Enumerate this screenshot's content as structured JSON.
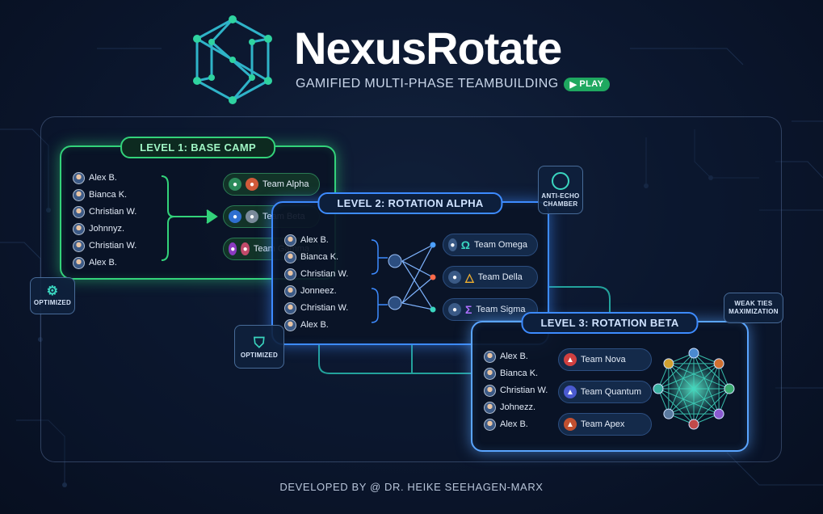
{
  "header": {
    "title": "NexusRotate",
    "subtitle": "GAMIFIED MULTI-PHASE TEAMBUILDING",
    "play_label": "PLAY"
  },
  "levels": [
    {
      "title": "LEVEL 1: BASE CAMP",
      "members": [
        "Alex B.",
        "Bianca K.",
        "Christian W.",
        "Johnnyz.",
        "Christian W.",
        "Alex B."
      ],
      "teams": [
        "Team Alpha",
        "Team Beta",
        "Team Gamma"
      ]
    },
    {
      "title": "LEVEL 2: ROTATION ALPHA",
      "members": [
        "Alex B.",
        "Bianca K.",
        "Christian W.",
        "Jonneez.",
        "Christian W.",
        "Alex B."
      ],
      "teams": [
        "Team Omega",
        "Team Della",
        "Team Sigma"
      ]
    },
    {
      "title": "LEVEL 3: ROTATION BETA",
      "members": [
        "Alex B.",
        "Bianca K.",
        "Christian W.",
        "Johnezz.",
        "Alex B."
      ],
      "teams": [
        "Team Nova",
        "Team Quantum",
        "Team Apex"
      ]
    }
  ],
  "badges": {
    "anti_echo_line1": "ANTI-ECHO",
    "anti_echo_line2": "CHAMBER",
    "optimized_left": "OPTIMIZED",
    "optimized_center": "OPTIMIZED",
    "weak_ties_line1": "WEAK TIES",
    "weak_ties_line2": "MAXIMIZATION"
  },
  "footer": "DEVELOPED BY @ DR. HEIKE SEEHAGEN-MARX",
  "colors": {
    "level1_accent": "#33d27a",
    "level2_accent": "#3d8bff",
    "level3_accent": "#5aa5ff",
    "play_button": "#1fa860",
    "background": "#0c1830"
  }
}
